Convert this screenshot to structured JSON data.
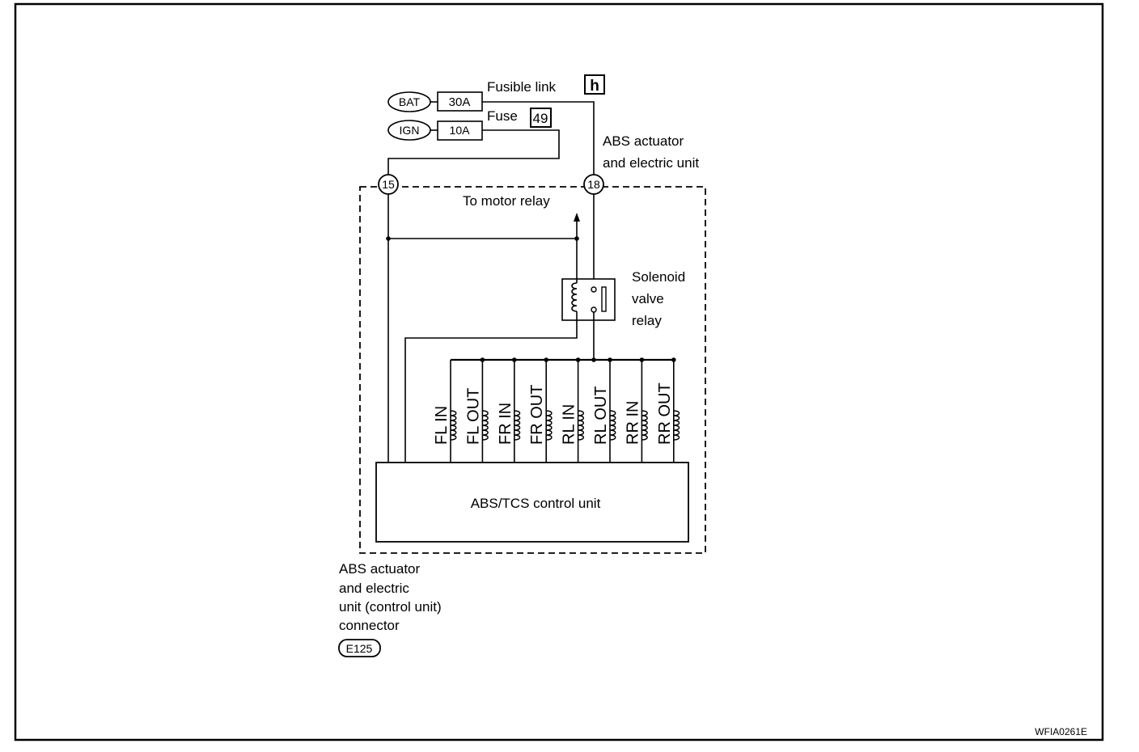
{
  "sources": {
    "bat_label": "BAT",
    "bat_fuse": "30A",
    "ign_label": "IGN",
    "ign_fuse": "10A",
    "fusible_link_label": "Fusible link",
    "fusible_link_id": "h",
    "fuse_label": "Fuse",
    "fuse_id": "49"
  },
  "unit": {
    "title_line1": "ABS actuator",
    "title_line2": "and electric unit",
    "terminal_left": "15",
    "terminal_right": "18",
    "motor_relay": "To motor relay",
    "relay_line1": "Solenoid",
    "relay_line2": "valve",
    "relay_line3": "relay",
    "control_unit": "ABS/TCS control unit"
  },
  "solenoids": [
    "FL IN",
    "FL OUT",
    "FR IN",
    "FR OUT",
    "RL IN",
    "RL OUT",
    "RR IN",
    "RR OUT"
  ],
  "connector": {
    "line1": "ABS actuator",
    "line2": "and electric",
    "line3": "unit (control unit)",
    "line4": "connector",
    "id": "E125"
  },
  "figure_code": "WFIA0261E"
}
